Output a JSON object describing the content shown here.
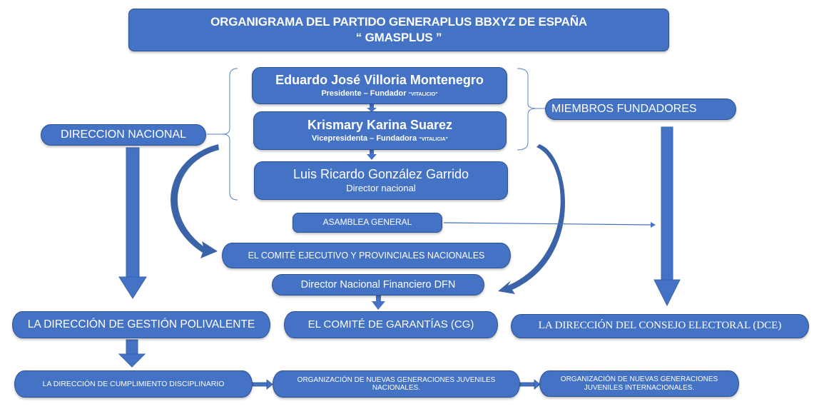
{
  "title": {
    "line1": "ORGANIGRAMA DEL PARTIDO GENERAPLUS BBXYZ DE ESPAÑA",
    "line2": "“ GMASPLUS ”"
  },
  "leaders": [
    {
      "name": "Eduardo José Villoria Montenegro",
      "role": "Presidente – Fundador",
      "note": "“VITALICIO”"
    },
    {
      "name": "Krismary Karina Suarez",
      "role": "Vicepresidenta – Fundadora",
      "note": "“VITALICIA”"
    },
    {
      "name": "Luis Ricardo González Garrido",
      "role": "Director nacional"
    }
  ],
  "groups": {
    "direccion_nacional": "DIRECCION NACIONAL",
    "miembros_fundadores": "MIEMBROS FUNDADORES"
  },
  "bodies": {
    "asamblea": "ASAMBLEA GENERAL",
    "comite_ejecutivo": "EL COMITÉ EJECUTIVO Y PROVINCIALES NACIONALES",
    "director_financiero": "Director Nacional Financiero DFN",
    "comite_garantias": "EL COMITÉ DE GARANTÍAS (CG)",
    "gestion_polivalente": "LA DIRECCIÓN DE GESTIÓN POLIVALENTE",
    "consejo_electoral": "LA DIRECCIÓN DEL CONSEJO ELECTORAL (DCE)",
    "cumplimiento": "LA DIRECCIÓN DE CUMPLIMIENTO DISCIPLINARIO",
    "juveniles_nacionales": "ORGANIZACIÓN DE NUEVAS GENERACIONES JUVENILES NACIONALES.",
    "juveniles_internacionales": "ORGANIZACIÓN DE NUEVAS GENERACIONES JUVENILES INTERNACIONALES."
  },
  "colors": {
    "box_fill": "#4472c4",
    "box_border": "#2f528f",
    "curved_arrow": "#3a63a8",
    "bracket_line": "#5b7fc4"
  }
}
